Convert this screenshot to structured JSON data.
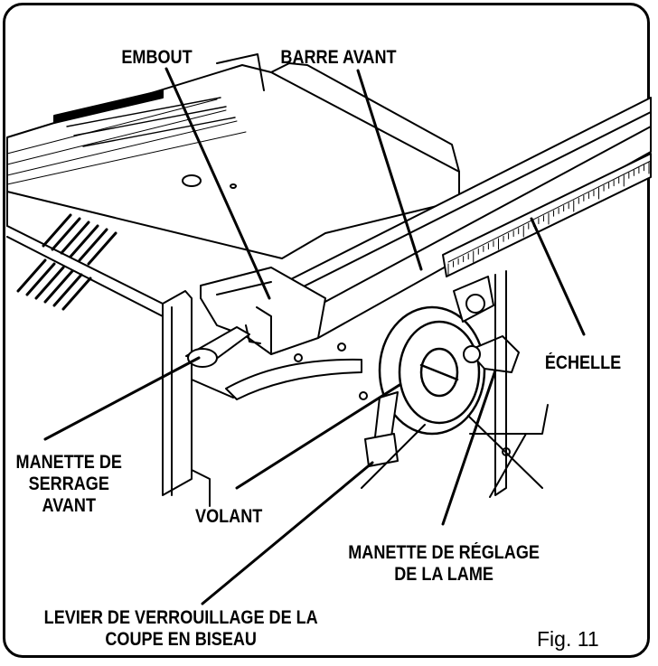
{
  "labels": {
    "embout": "EMBOUT",
    "barre_avant": "BARRE AVANT",
    "echelle": "ÉCHELLE",
    "manette_serrage": "MANETTE DE\nSERRAGE\nAVANT",
    "volant": "VOLANT",
    "manette_reglage": "MANETTE DE RÉGLAGE\nDE LA LAME",
    "levier": "LEVIER DE VERROUILLAGE DE LA\nCOUPE EN BISEAU"
  },
  "figure": "Fig. 11"
}
